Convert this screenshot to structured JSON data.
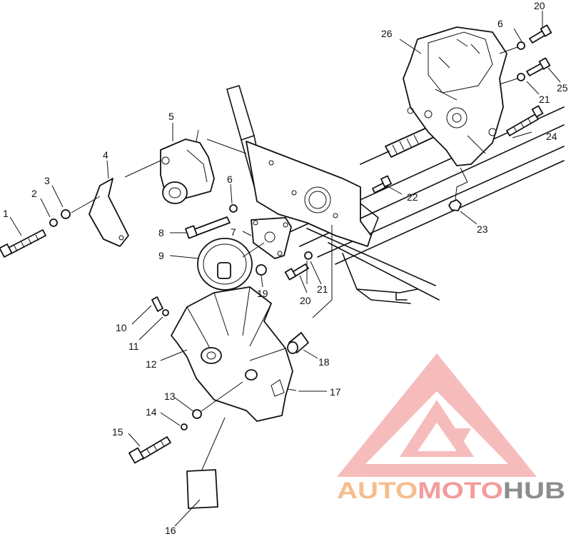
{
  "diagram": {
    "callouts": [
      {
        "id": "1",
        "text": "1"
      },
      {
        "id": "2",
        "text": "2"
      },
      {
        "id": "3",
        "text": "3"
      },
      {
        "id": "4",
        "text": "4"
      },
      {
        "id": "5",
        "text": "5"
      },
      {
        "id": "6a",
        "text": "6"
      },
      {
        "id": "6b",
        "text": "6"
      },
      {
        "id": "7",
        "text": "7"
      },
      {
        "id": "8",
        "text": "8"
      },
      {
        "id": "9",
        "text": "9"
      },
      {
        "id": "10",
        "text": "10"
      },
      {
        "id": "11",
        "text": "11"
      },
      {
        "id": "12",
        "text": "12"
      },
      {
        "id": "13",
        "text": "13"
      },
      {
        "id": "14",
        "text": "14"
      },
      {
        "id": "15",
        "text": "15"
      },
      {
        "id": "16",
        "text": "16"
      },
      {
        "id": "17",
        "text": "17"
      },
      {
        "id": "18",
        "text": "18"
      },
      {
        "id": "19",
        "text": "19"
      },
      {
        "id": "20a",
        "text": "20"
      },
      {
        "id": "20b",
        "text": "20"
      },
      {
        "id": "21a",
        "text": "21"
      },
      {
        "id": "21b",
        "text": "21"
      },
      {
        "id": "22",
        "text": "22"
      },
      {
        "id": "23",
        "text": "23"
      },
      {
        "id": "24",
        "text": "24"
      },
      {
        "id": "25",
        "text": "25"
      },
      {
        "id": "26",
        "text": "26"
      }
    ]
  },
  "watermark": {
    "part1": "AUTO",
    "part2": "MOTO",
    "part3": "HUB",
    "colors": {
      "auto": "#f5b27a",
      "moto": "#f08b8b",
      "hub": "#7a7a7a",
      "logo": "#f4a6a6"
    }
  }
}
